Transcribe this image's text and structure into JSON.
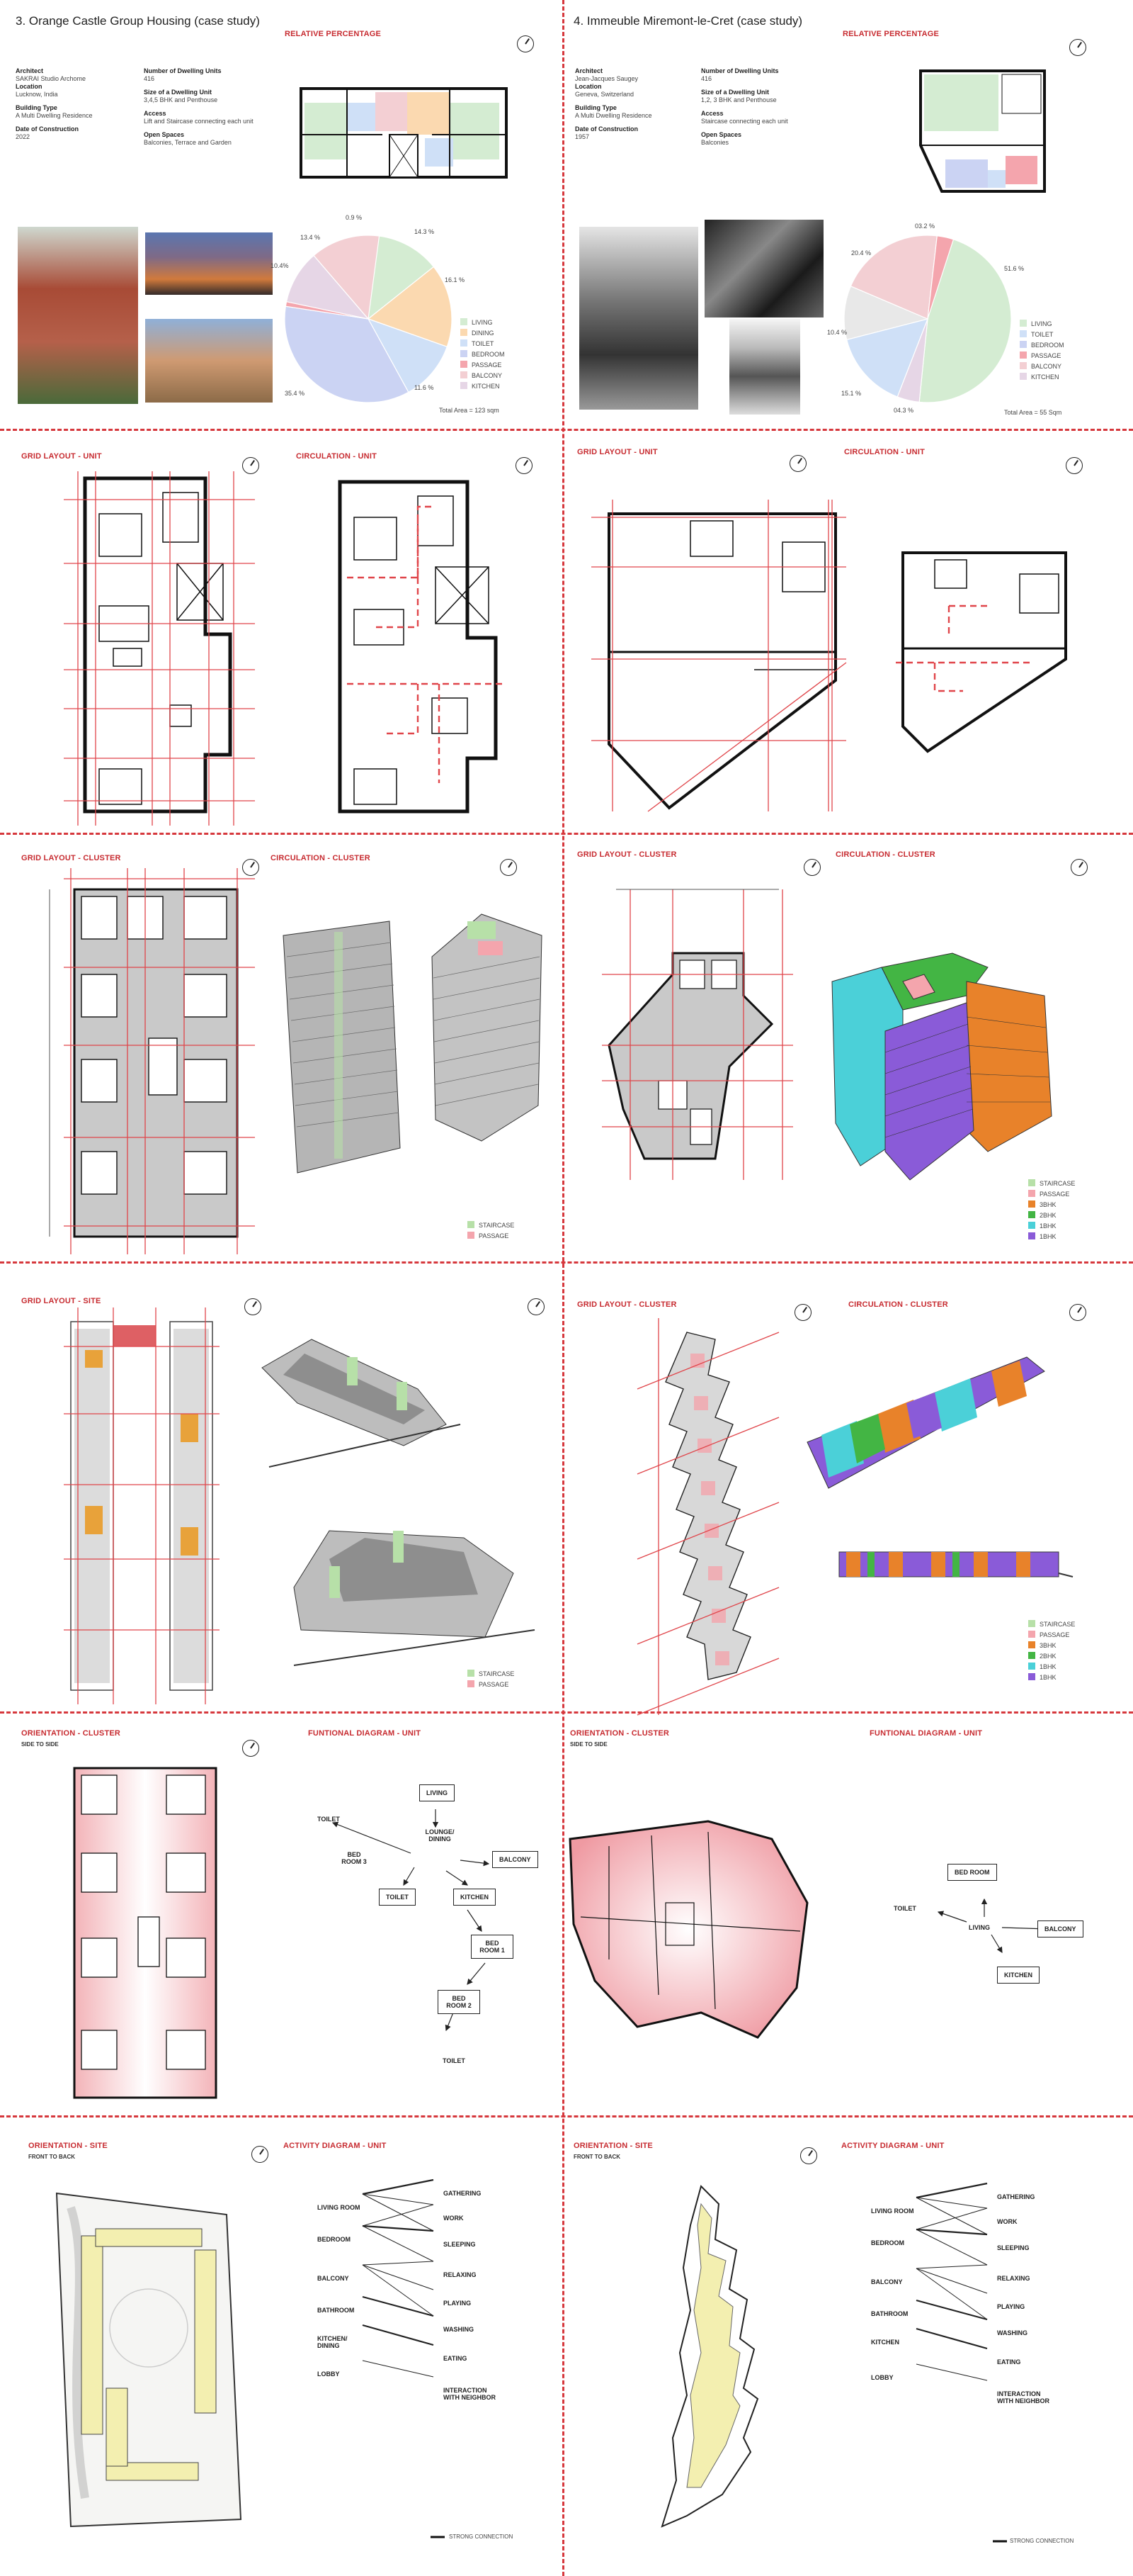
{
  "left": {
    "title": "3. Orange Castle Group Housing  (case study)",
    "info": [
      {
        "label": "Architect",
        "value": "SAKRAI Studio Archome"
      },
      {
        "label": "Location",
        "value": "Lucknow, India"
      },
      {
        "label": "Building Type",
        "value": "A Multi Dwelling Residence"
      },
      {
        "label": "Date of Construction",
        "value": "2022"
      }
    ],
    "info2": [
      {
        "label": "Number of Dwelling Units",
        "value": "416"
      },
      {
        "label": "Size of a Dwelling Unit",
        "value": "3,4,5 BHK and Penthouse"
      },
      {
        "label": "Access",
        "value": "Lift and Staircase connecting each unit"
      },
      {
        "label": "Open Spaces",
        "value": "Balconies, Terrace and Garden"
      }
    ],
    "relative": "RELATIVE PERCENTAGE",
    "pie_labels": [
      "0.9 %",
      "14.3 %",
      "16.1 %",
      "11.6 %",
      "35.4 %",
      "13.4 %",
      "10.4%"
    ],
    "legend": [
      "LIVING",
      "DINING",
      "TOILET",
      "BEDROOM",
      "PASSAGE",
      "BALCONY",
      "KITCHEN"
    ],
    "total": "Total Area = 123 sqm",
    "grid_unit": "GRID LAYOUT - UNIT",
    "circ_unit": "CIRCULATION - UNIT",
    "grid_cluster": "GRID LAYOUT - CLUSTER",
    "circ_cluster": "CIRCULATION - CLUSTER",
    "cluster_legend": [
      "STAIRCASE",
      "PASSAGE"
    ],
    "grid_site": "GRID LAYOUT - SITE",
    "site_legend": [
      "STAIRCASE",
      "PASSAGE"
    ],
    "orient_cluster": "ORIENTATION - CLUSTER",
    "orient_cluster_sub": "SIDE TO SIDE",
    "func": "FUNTIONAL DIAGRAM - UNIT",
    "func_nodes": {
      "living": "LIVING",
      "lounge": "LOUNGE/ DINING",
      "balcony": "BALCONY",
      "toilet1": "TOILET",
      "bed3": "BED ROOM 3",
      "toilet2": "TOILET",
      "kitchen": "KITCHEN",
      "bed1": "BED ROOM 1",
      "bed2": "BED ROOM 2",
      "toilet3": "TOILET"
    },
    "orient_site": "ORIENTATION - SITE",
    "orient_site_sub": "FRONT TO BACK",
    "activity": "ACTIVITY DIAGRAM - UNIT",
    "act_left": [
      "LIVING ROOM",
      "BEDROOM",
      "BALCONY",
      "BATHROOM",
      "KITCHEN/ DINING",
      "LOBBY"
    ],
    "act_right": [
      "GATHERING",
      "WORK",
      "SLEEPING",
      "RELAXING",
      "PLAYING",
      "WASHING",
      "EATING",
      "INTERACTION WITH NEIGHBOR"
    ],
    "strong": "STRONG CONNECTION"
  },
  "right": {
    "title": "4. Immeuble Miremont-le-Cret (case study)",
    "info": [
      {
        "label": "Architect",
        "value": "Jean-Jacques Saugey"
      },
      {
        "label": "Location",
        "value": "Geneva, Switzerland"
      },
      {
        "label": "Building Type",
        "value": "A Multi Dwelling Residence"
      },
      {
        "label": "Date of Construction",
        "value": "1957"
      }
    ],
    "info2": [
      {
        "label": "Number of Dwelling Units",
        "value": "416"
      },
      {
        "label": "Size of a Dwelling Unit",
        "value": "1,2, 3 BHK and Penthouse"
      },
      {
        "label": "Access",
        "value": "Staircase connecting each unit"
      },
      {
        "label": "Open Spaces",
        "value": "Balconies"
      }
    ],
    "relative": "RELATIVE PERCENTAGE",
    "pie_labels": [
      "03.2 %",
      "51.6 %",
      "20.4 %",
      "10.4 %",
      "15.1 %",
      "04.3 %"
    ],
    "legend": [
      "LIVING",
      "TOILET",
      "BEDROOM",
      "PASSAGE",
      "BALCONY",
      "KITCHEN"
    ],
    "total": "Total Area = 55 Sqm",
    "grid_unit": "GRID LAYOUT - UNIT",
    "circ_unit": "CIRCULATION - UNIT",
    "grid_cluster": "GRID LAYOUT - CLUSTER",
    "circ_cluster": "CIRCULATION - CLUSTER",
    "cluster_legend": [
      "STAIRCASE",
      "PASSAGE",
      "3BHK",
      "2BHK",
      "1BHK",
      "1BHK"
    ],
    "grid_site": "GRID LAYOUT - CLUSTER",
    "circ_site": "CIRCULATION - CLUSTER",
    "site_legend": [
      "STAIRCASE",
      "PASSAGE",
      "3BHK",
      "2BHK",
      "1BHK",
      "1BHK"
    ],
    "orient_cluster": "ORIENTATION - CLUSTER",
    "orient_cluster_sub": "SIDE TO SIDE",
    "func": "FUNTIONAL DIAGRAM - UNIT",
    "func_nodes": {
      "bedroom": "BED ROOM",
      "toilet": "TOILET",
      "living": "LIVING",
      "balcony": "BALCONY",
      "kitchen": "KITCHEN"
    },
    "orient_site": "ORIENTATION - SITE",
    "orient_site_sub": "FRONT TO BACK",
    "activity": "ACTIVITY DIAGRAM - UNIT",
    "act_left": [
      "LIVING ROOM",
      "BEDROOM",
      "BALCONY",
      "BATHROOM",
      "KITCHEN",
      "LOBBY"
    ],
    "act_right": [
      "GATHERING",
      "WORK",
      "SLEEPING",
      "RELAXING",
      "PLAYING",
      "WASHING",
      "EATING",
      "INTERACTION WITH NEIGHBOR"
    ],
    "strong": "STRONG CONNECTION"
  },
  "colors": {
    "accent": "#c72b30",
    "living": "#d4ecd2",
    "dining": "#fbd9b0",
    "toilet": "#cfe0f7",
    "bedroom": "#cbd3f3",
    "passage": "#f4a5ad",
    "balcony": "#f3cfd3",
    "kitchen": "#e6d6e6",
    "staircase": "#b7e0a8",
    "c3bhk": "#e8822a",
    "c2bhk": "#43b544",
    "c1bhk": "#4bd0d8",
    "c1bhk2": "#8a5bd8"
  }
}
